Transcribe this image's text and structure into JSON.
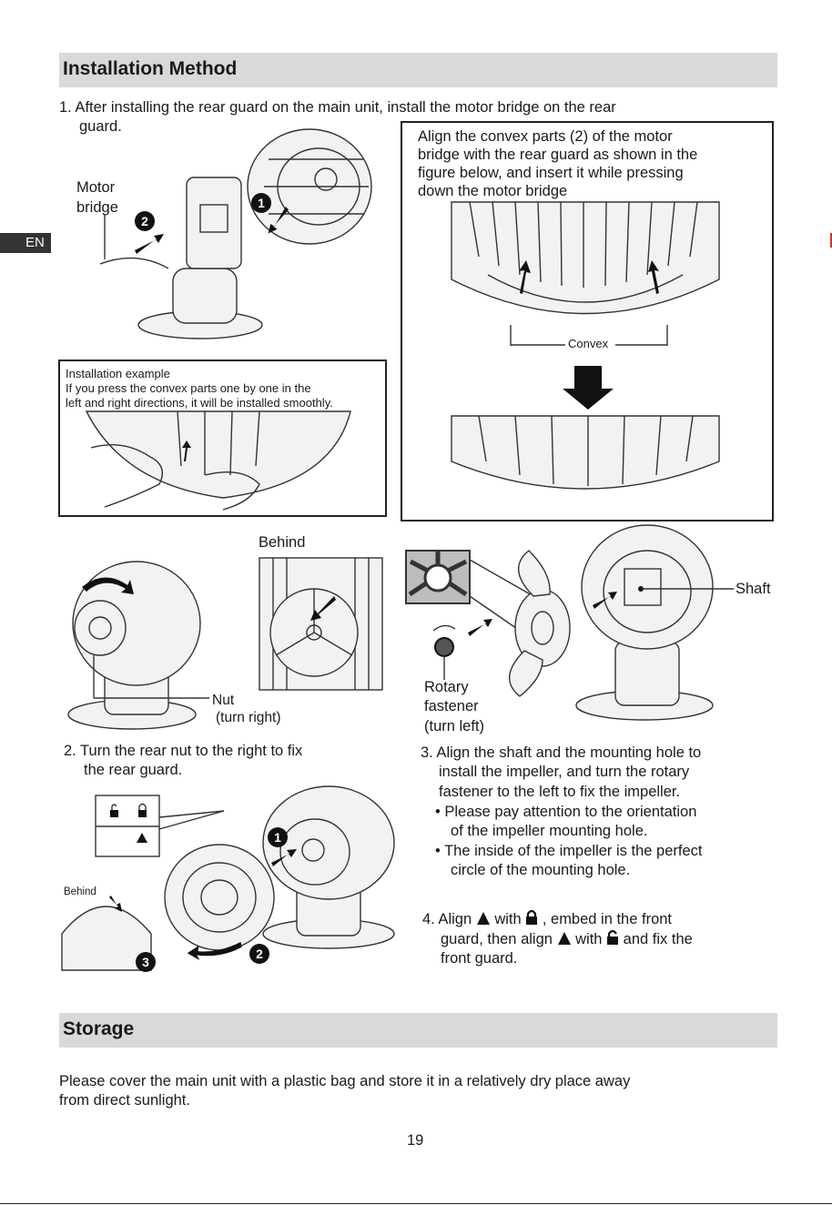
{
  "sections": {
    "installation_title": "Installation Method",
    "storage_title": "Storage"
  },
  "side_tab": "EN",
  "step1": {
    "text_line1": "1.  After installing the rear guard on the main unit, install the motor bridge on the rear",
    "text_line2": "guard.",
    "label_motor": "Motor",
    "label_bridge": "bridge",
    "badge1": "1",
    "badge2": "2"
  },
  "align_box": {
    "lines": [
      "Align the convex parts (2) of the motor",
      "bridge with the rear guard as shown in the",
      "figure below, and insert it while pressing",
      "down the motor bridge"
    ],
    "convex_label": "Convex"
  },
  "example_box": {
    "line1": "Installation example",
    "line2": "If you press the convex parts one by one in the",
    "line3": "left and right directions, it will be installed smoothly."
  },
  "step2": {
    "behind_label": "Behind",
    "nut_label": "Nut",
    "nut_note": "(turn right)",
    "text_line1": "2. Turn the rear nut to the right to fix",
    "text_line2": "the rear guard."
  },
  "step3": {
    "shaft_label": "Shaft",
    "rotary_label": "Rotary",
    "fastener_label": "fastener",
    "turn_left": "(turn left)",
    "text_line1": "3. Align the shaft and the mounting hole to",
    "text_line2": "install the impeller, and turn the rotary",
    "text_line3": "fastener to the left to fix the impeller.",
    "bullet1_line1": "•  Please pay attention to the orientation",
    "bullet1_line2": "of the impeller mounting hole.",
    "bullet2_line1": "•  The inside of the impeller is the perfect",
    "bullet2_line2": "circle of the mounting hole."
  },
  "step4": {
    "behind_small": "Behind",
    "badge1": "1",
    "badge2": "2",
    "badge3": "3",
    "text_a": "4. Align",
    "text_b": "with",
    "text_c": ", embed in the front",
    "text_line2_a": "guard, then align",
    "text_line2_b": "with",
    "text_line2_c": "and fix the",
    "text_line3": "front guard."
  },
  "storage": {
    "line1": "Please cover the main unit with a plastic bag and store it in a relatively dry place away",
    "line2": "from direct sunlight."
  },
  "page_number": "19"
}
